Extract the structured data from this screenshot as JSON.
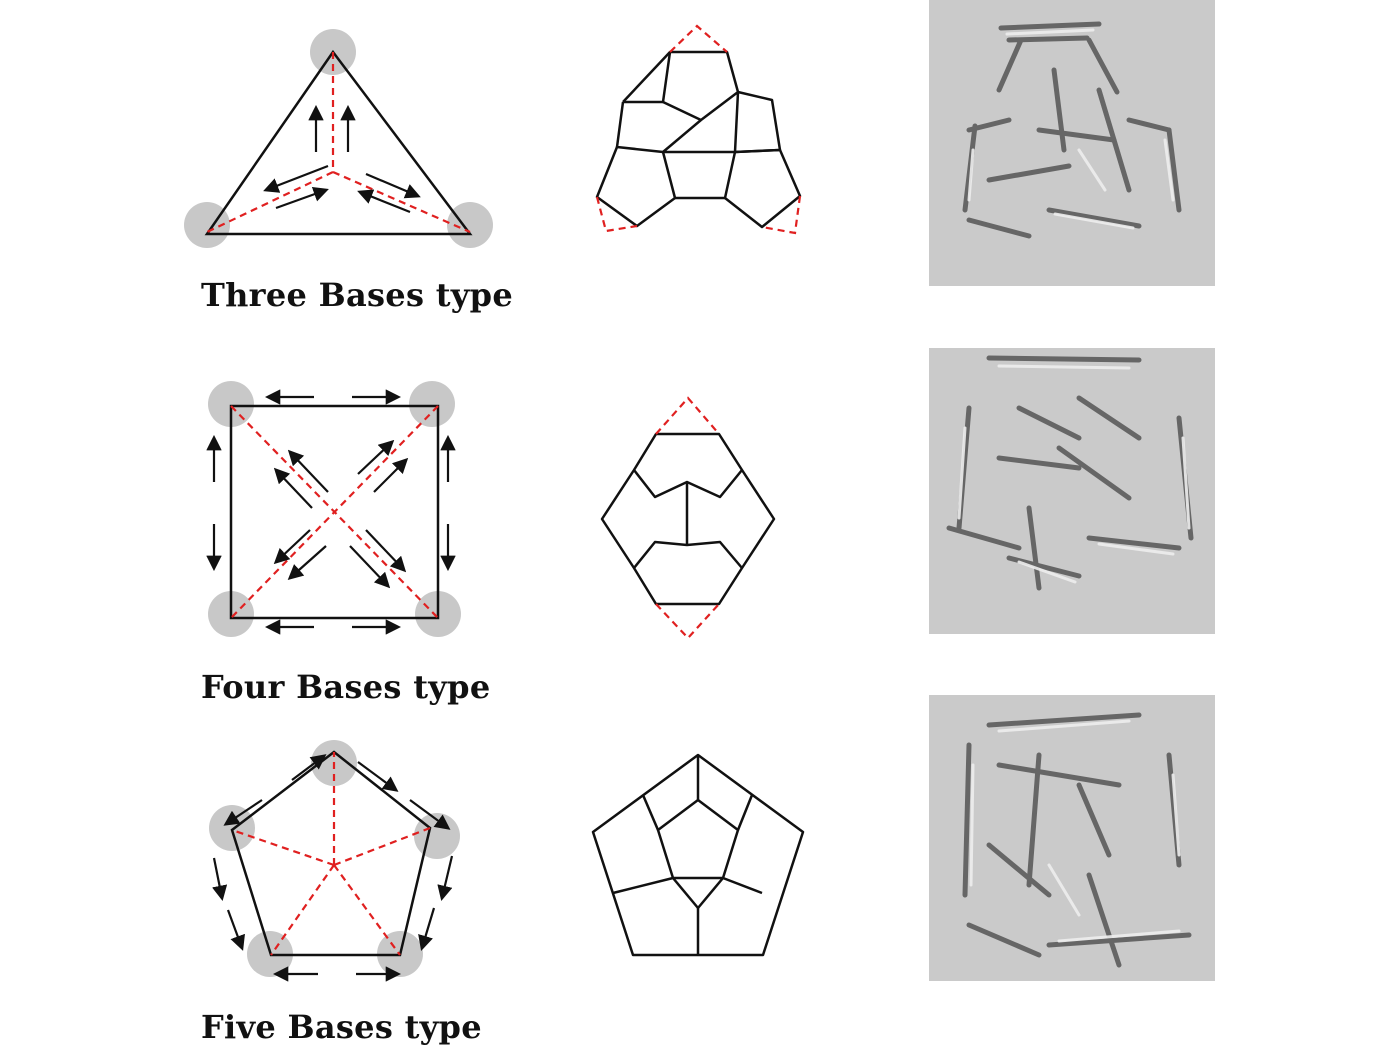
{
  "rows": [
    {
      "label": "Three Bases type"
    },
    {
      "label": "Four Bases type"
    },
    {
      "label": "Five Bases type"
    }
  ],
  "colors": {
    "outline": "#111111",
    "dash": "#e02020",
    "node": "#c8c8c8",
    "photo_bg": "#c9c9c9"
  }
}
